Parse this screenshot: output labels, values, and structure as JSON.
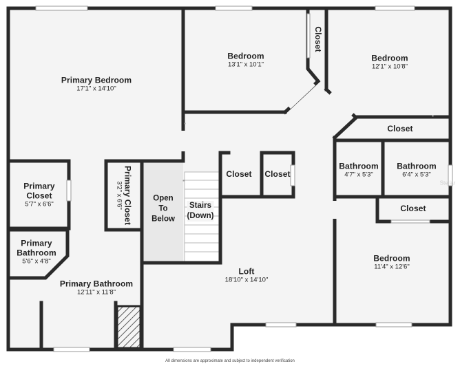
{
  "rooms": {
    "primary_bedroom": {
      "name": "Primary Bedroom",
      "dims": "17'1\" x 14'10\""
    },
    "bedroom_north": {
      "name": "Bedroom",
      "dims": "13'1\" x 10'1\""
    },
    "closet_north": {
      "name": "Closet"
    },
    "bedroom_ne": {
      "name": "Bedroom",
      "dims": "12'1\" x 10'8\""
    },
    "closet_ne": {
      "name": "Closet"
    },
    "primary_closet_left": {
      "name": "Primary Closet",
      "dims": "5'7\" x 6'6\""
    },
    "primary_closet_small": {
      "name": "Primary Closet",
      "dims": "3'2\" x 6'6\""
    },
    "open_to_below": {
      "line1": "Open",
      "line2": "To",
      "line3": "Below"
    },
    "stairs": {
      "line1": "Stairs",
      "line2": "(Down)"
    },
    "closet_center_a": {
      "name": "Closet"
    },
    "closet_center_b": {
      "name": "Closet"
    },
    "bathroom_a": {
      "name": "Bathroom",
      "dims": "4'7\" x 5'3\""
    },
    "bathroom_b": {
      "name": "Bathroom",
      "dims": "6'4\" x 5'3\""
    },
    "closet_se": {
      "name": "Closet"
    },
    "primary_bathroom_wc": {
      "name": "Primary Bathroom",
      "dims": "5'6\" x 4'8\""
    },
    "primary_bathroom": {
      "name": "Primary Bathroom",
      "dims": "12'11\" x 11'8\""
    },
    "loft": {
      "name": "Loft",
      "dims": "18'10\" x 14'10\""
    },
    "bedroom_se": {
      "name": "Bedroom",
      "dims": "11'4\" x 12'6\""
    }
  },
  "watermark": "Stellar",
  "disclaimer": "All dimensions are approximate and subject to independent verification"
}
